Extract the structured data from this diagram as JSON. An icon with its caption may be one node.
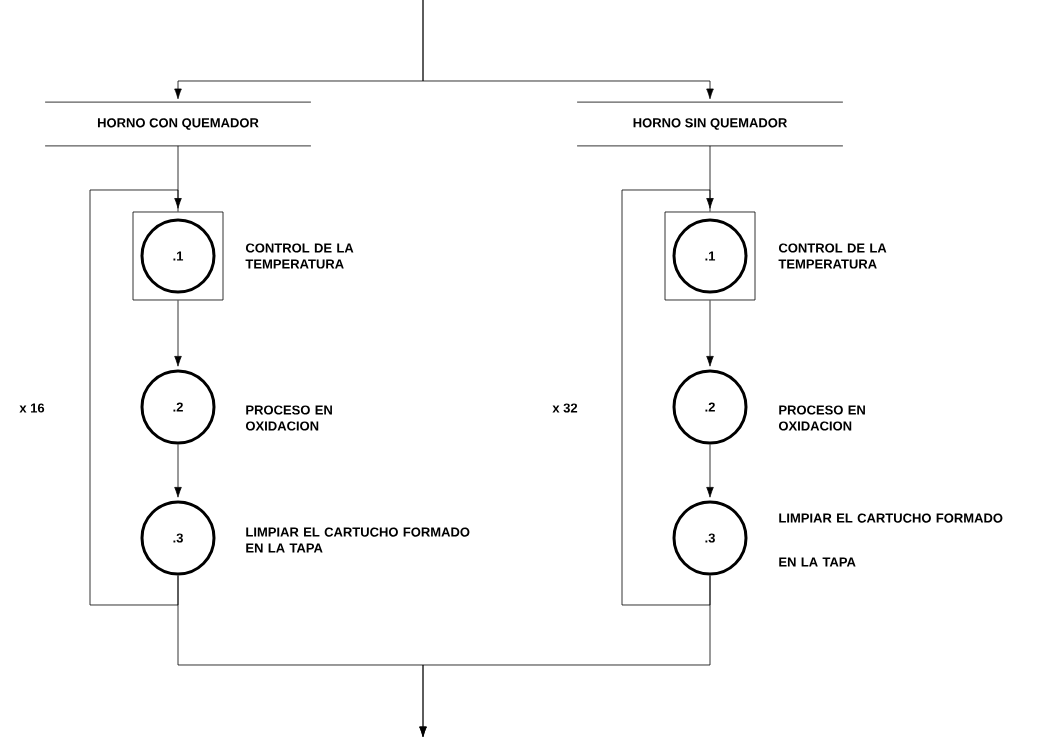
{
  "diagram": {
    "nodes": [
      {
        "text": [
          "HORNO CON QUEMADOR"
        ]
      },
      {
        "text": [
          "HORNO SIN QUEMADOR"
        ]
      },
      {
        "text": [],
        "shape": "box"
      },
      {
        "text": [
          ".1"
        ],
        "in": 2,
        "beside": [
          "CONTROL DE LA TEMPERATURA"
        ]
      },
      {
        "text": [
          ".2"
        ],
        "beside": [
          "PROCESO EN OXIDACION"
        ]
      },
      {
        "text": [
          ".3"
        ],
        "beside": [
          "LIMPIAR EL CARTUCHO FORMADO EN LA TAPA"
        ]
      },
      {
        "text": [],
        "shape": "box"
      },
      {
        "text": [
          ".1"
        ],
        "in": 6,
        "beside": [
          "CONTROL DE LA TEMPERATURA"
        ]
      },
      {
        "text": [
          ".2"
        ],
        "beside": [
          "PROCESO EN OXIDACION"
        ]
      },
      {
        "text": [
          ".3"
        ],
        "beside": [
          "LIMPIAR EL CARTUCHO FORMADO EN LA TAPA"
        ]
      }
    ],
    "edges": [
      {
        "from": null,
        "to": 0,
        "arrow": "to"
      },
      {
        "from": null,
        "to": 1,
        "arrow": "to"
      },
      {
        "from": 0,
        "to": 2,
        "arrow": "none"
      },
      {
        "from": 2,
        "to": 4,
        "arrow": "to"
      },
      {
        "from": 4,
        "to": 5,
        "arrow": "to"
      },
      {
        "from": 5,
        "to": 2,
        "arrow": "to",
        "label": "x 16"
      },
      {
        "from": 1,
        "to": 6,
        "arrow": "none"
      },
      {
        "from": 6,
        "to": 8,
        "arrow": "to"
      },
      {
        "from": 8,
        "to": 9,
        "arrow": "to"
      },
      {
        "from": 9,
        "to": 6,
        "arrow": "to",
        "label": "x 32"
      },
      {
        "from": 5,
        "to": null,
        "arrow": "to"
      },
      {
        "from": 9,
        "to": null,
        "arrow": "to"
      }
    ]
  }
}
